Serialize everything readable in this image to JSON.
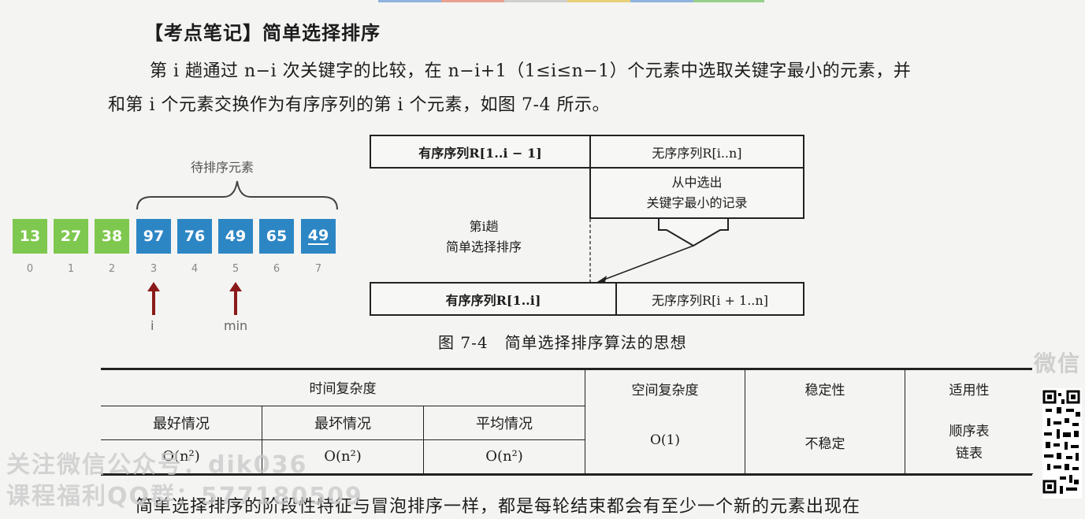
{
  "heading": "【考点笔记】简单选择排序",
  "paragraph": {
    "line1": "第 i 趟通过 n−i 次关键字的比较，在 n−i+1（1≤i≤n−1）个元素中选取关键字最小的元素，并",
    "line2": "和第 i 个元素交换作为有序序列的第 i 个元素，如图 7-4 所示。"
  },
  "array_figure": {
    "brace_label": "待排序元素",
    "cells": [
      {
        "value": "13",
        "index": "0",
        "state": "sorted"
      },
      {
        "value": "27",
        "index": "1",
        "state": "sorted"
      },
      {
        "value": "38",
        "index": "2",
        "state": "sorted"
      },
      {
        "value": "97",
        "index": "3",
        "state": "unsorted"
      },
      {
        "value": "76",
        "index": "4",
        "state": "unsorted"
      },
      {
        "value": "49",
        "index": "5",
        "state": "unsorted"
      },
      {
        "value": "65",
        "index": "6",
        "state": "unsorted"
      },
      {
        "value": "49",
        "index": "7",
        "state": "unsorted"
      }
    ],
    "pointer_i": "i",
    "pointer_min": "min",
    "colors": {
      "sorted": "#7fc84f",
      "unsorted": "#2d86c4",
      "arrow": "#8b1a1a"
    }
  },
  "diagram": {
    "sorted_before": "有序序列R[1..i − 1]",
    "unsorted_before": "无序序列R[i..n]",
    "select_line1": "从中选出",
    "select_line2": "关键字最小的记录",
    "pass_line1": "第i趟",
    "pass_line2": "简单选择排序",
    "sorted_after": "有序序列R[1..i]",
    "unsorted_after": "无序序列R[i + 1..n]",
    "caption": "图 7-4　简单选择排序算法的思想"
  },
  "table": {
    "time_header": "时间复杂度",
    "space_header": "空间复杂度",
    "stability_header": "稳定性",
    "applicability_header": "适用性",
    "best_header": "最好情况",
    "worst_header": "最坏情况",
    "average_header": "平均情况",
    "best_value": "O(n²)",
    "worst_value": "O(n²)",
    "average_value": "O(n²)",
    "space_value": "O(1)",
    "stability_value": "不稳定",
    "applicability_line1": "顺序表",
    "applicability_line2": "链表"
  },
  "footer_text": "简单选择排序的阶段性特征与冒泡排序一样，都是每轮结束都会有至少一个新的元素出现在",
  "watermark": {
    "line1": "关注微信公众号：dik036",
    "line2": "课程福利QQ群：577180509",
    "right": "微信"
  }
}
